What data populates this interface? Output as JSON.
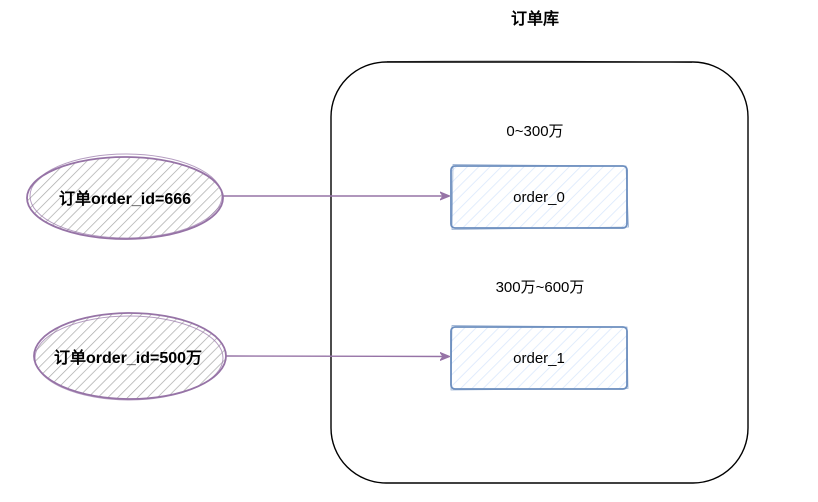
{
  "diagram": {
    "database_title": "订单库",
    "ranges": {
      "range_0": "0~300万",
      "range_1": "300万~600万"
    },
    "tables": {
      "table_0": "order_0",
      "table_1": "order_1"
    },
    "queries": {
      "query_0": "订单order_id=666",
      "query_1": "订单order_id=500万"
    },
    "colors": {
      "query_stroke": "#9673a6",
      "table_stroke": "#6c8ebf",
      "table_hatch": "#dae8fc",
      "query_hatch": "#9a9a9a",
      "arrow": "#9673a6",
      "container_stroke": "#000000"
    }
  }
}
